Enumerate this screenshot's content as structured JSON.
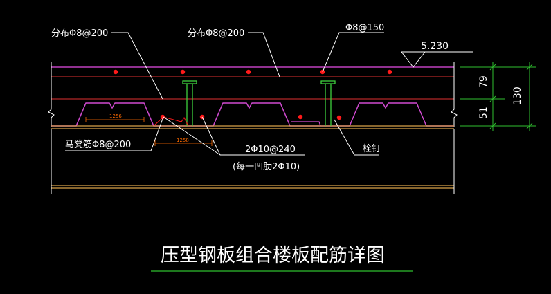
{
  "drawing": {
    "title": "压型钢板组合楼板配筋详图",
    "elevation": "5.230",
    "labels": {
      "dist_left": "分布Φ8@200",
      "dist_mid": "分布Φ8@200",
      "top_bar": "Φ8@150",
      "stool_bar": "马凳筋Φ8@200",
      "rib_bar": "2Φ10@240",
      "rib_note": "(每一凹肋2Φ10)",
      "stud": "栓钉"
    },
    "dims": {
      "top_thickness": "79",
      "rib_height": "51",
      "total_thickness": "130",
      "rib_width_1": "1256",
      "rib_width_2": "1258"
    },
    "colors": {
      "background": "#000000",
      "slab_line_magenta": "#c040c0",
      "rebar_red": "#ff1a1a",
      "deck_magenta": "#d14ad1",
      "stud_green": "#3fd13f",
      "beam_orange": "#d9a34a",
      "dim_green": "#2fbf2f",
      "leader_white": "#ffffff"
    }
  }
}
